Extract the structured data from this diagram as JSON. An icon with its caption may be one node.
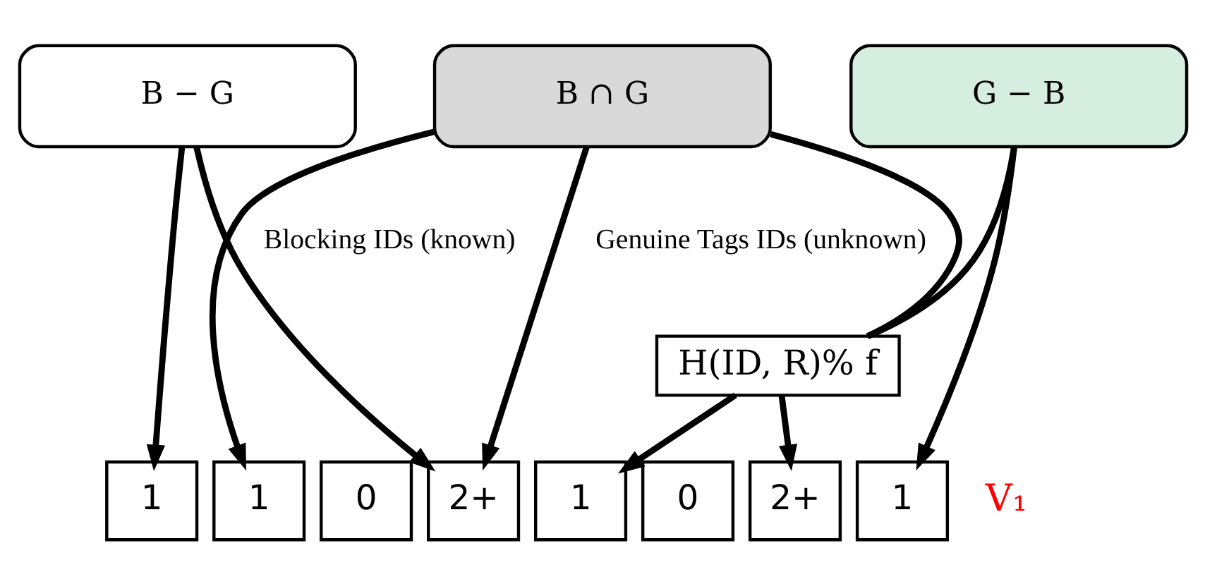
{
  "diagram": {
    "nodes": [
      {
        "text": [
          "B − G"
        ]
      },
      {
        "text": [
          "B ∩ G"
        ]
      },
      {
        "text": [
          "G − B"
        ]
      },
      {
        "text": [
          "H(ID, R)% f"
        ]
      },
      {
        "text": [
          "1"
        ]
      },
      {
        "text": [
          "1"
        ]
      },
      {
        "text": [
          "0"
        ]
      },
      {
        "text": [
          "2+"
        ]
      },
      {
        "text": [
          "1"
        ]
      },
      {
        "text": [
          "0"
        ]
      },
      {
        "text": [
          "2+"
        ]
      },
      {
        "text": [
          "1"
        ]
      }
    ],
    "edges": [
      {
        "from": 0,
        "to": 4,
        "arrow": "to"
      },
      {
        "from": 0,
        "to": 7,
        "arrow": "to"
      },
      {
        "from": 1,
        "to": 5,
        "arrow": "to"
      },
      {
        "from": 1,
        "to": 7,
        "arrow": "to"
      },
      {
        "from": 1,
        "to": 3,
        "arrow": "none"
      },
      {
        "from": 2,
        "to": 3,
        "arrow": "none"
      },
      {
        "from": 2,
        "to": 11,
        "arrow": "to"
      },
      {
        "from": 3,
        "to": 8,
        "arrow": "to"
      },
      {
        "from": 3,
        "to": 10,
        "arrow": "to"
      }
    ],
    "labels": [
      "Genuine Tags IDs (unknown)",
      "Blocking IDs (known)",
      "V₁"
    ]
  }
}
